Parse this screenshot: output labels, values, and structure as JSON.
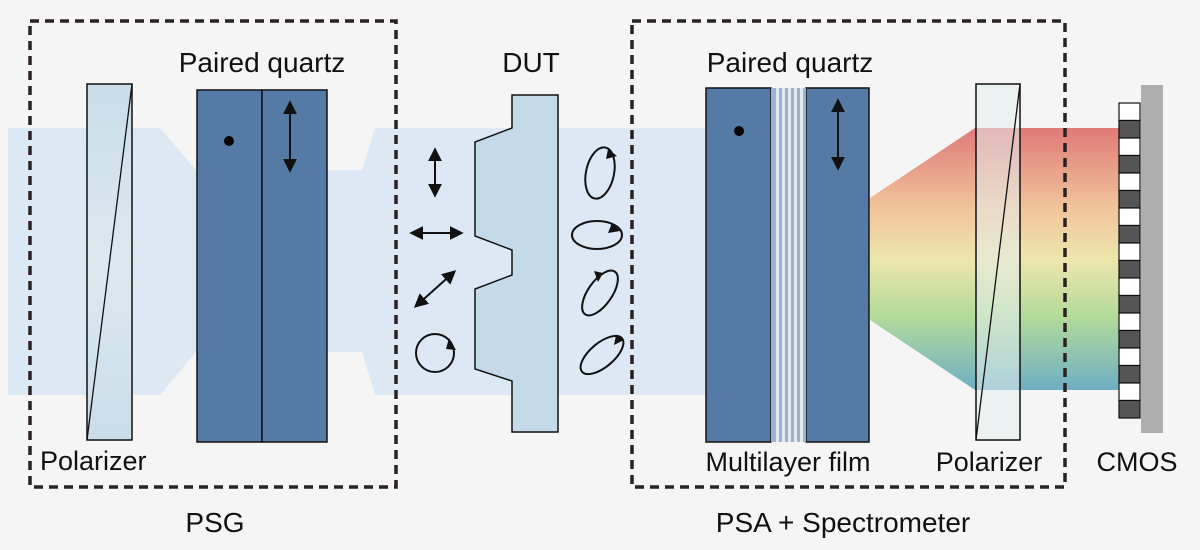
{
  "labels": {
    "psg_quartz": "Paired quartz",
    "dut": "DUT",
    "psa_quartz": "Paired quartz",
    "polarizer_left": "Polarizer",
    "multilayer": "Multilayer film",
    "polarizer_right": "Polarizer",
    "cmos": "CMOS",
    "psg": "PSG",
    "psa": "PSA + Spectrometer"
  },
  "colors": {
    "background": "#f5f5f5",
    "beam": "#dce9f4",
    "polarizer": "#cfe1ec",
    "quartz": "#557aa5",
    "dut": "#c4dae9",
    "cmos_bar": "#aeaeae",
    "pixel_dark": "#555555",
    "spectrum": [
      "#e07a79",
      "#f0c39a",
      "#eee6ad",
      "#b3db9a",
      "#6eaec4"
    ]
  }
}
